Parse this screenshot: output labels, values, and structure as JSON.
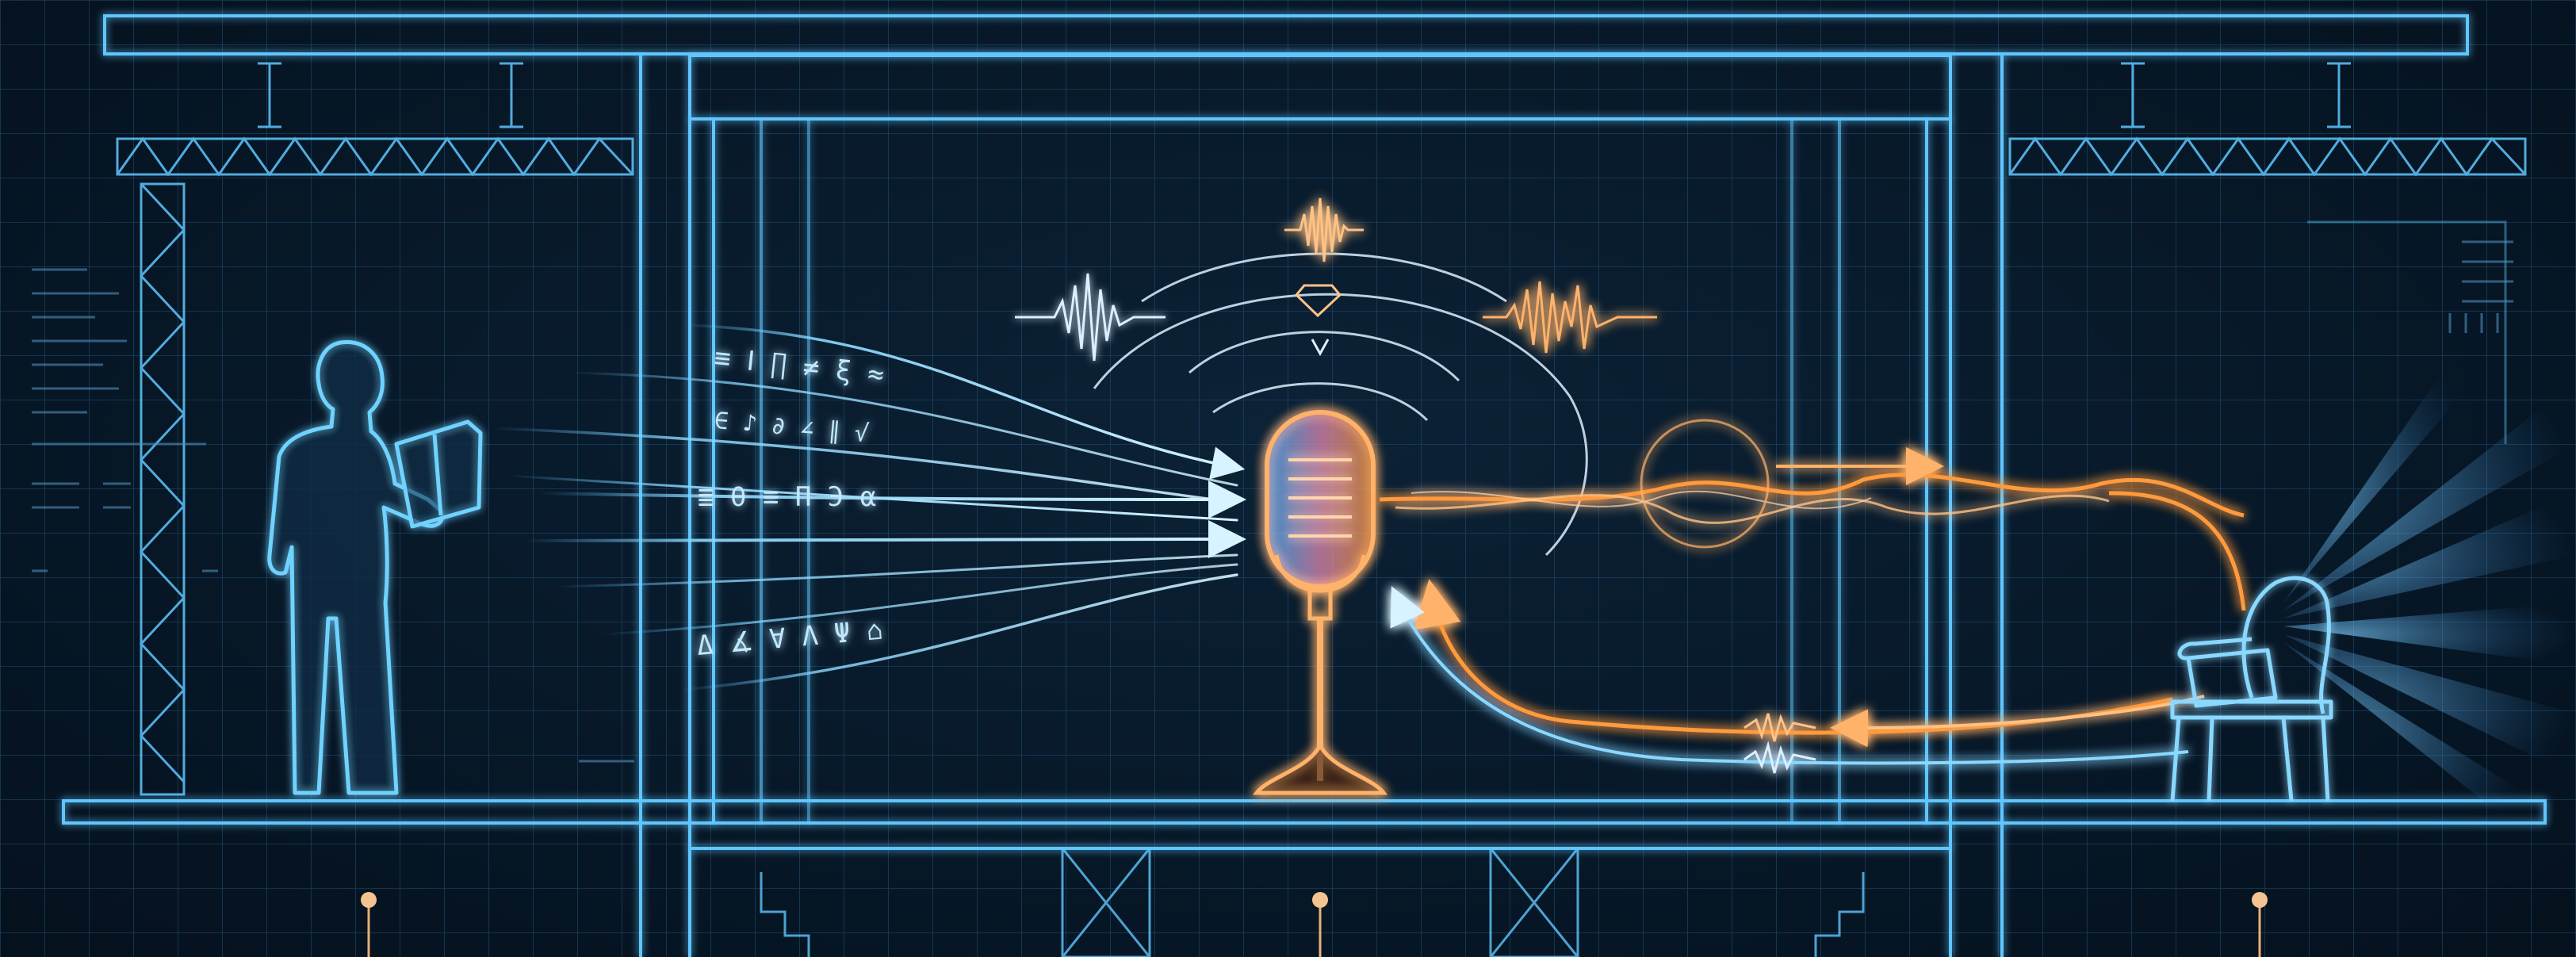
{
  "diagram": {
    "script_lines": [
      "≡ Ⅰ ∏ ≠ ξ ≈",
      "∈ ♪ ∂ ∠ ∥ √",
      "≣ θ ≡ Π Э α",
      "Δ ∡ ∀ Λ Ψ ⌂"
    ],
    "colors": {
      "background": "#071726",
      "blueprint": "#5fc6ff",
      "grid": "#1d4a6e",
      "sound_wave": "#ff9a3c",
      "mic_glow": "#ffb26b"
    },
    "icons": [
      "actor-icon",
      "microphone-icon",
      "chair-icon",
      "speaker-emblem-icon"
    ]
  }
}
